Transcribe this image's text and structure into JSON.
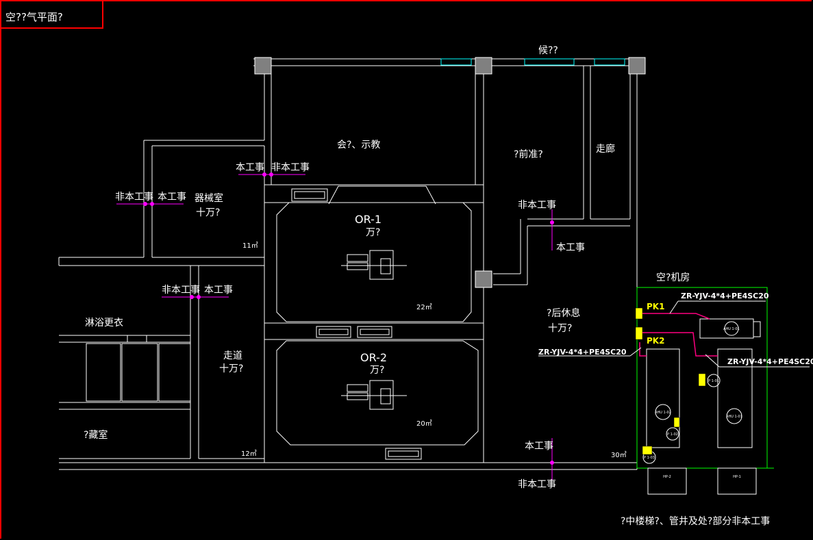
{
  "title": "空??气平面?",
  "rooms": {
    "north_label": "候??",
    "meeting": "会?、示教",
    "prep": "?前准?",
    "corridor_n": "走廊",
    "instrument": "器械室",
    "instrument_class": "十万?",
    "instrument_area": "11㎡",
    "or1": "OR-1",
    "or1_class": "万?",
    "or1_area": "22㎡",
    "or2": "OR-2",
    "or2_class": "万?",
    "or2_area": "20㎡",
    "shower": "淋浴更衣",
    "storage": "?藏室",
    "corridor": "走道",
    "corridor_class": "十万?",
    "corridor_area": "12㎡",
    "rest": "?后休息",
    "rest_class": "十万?",
    "rest_area": "30㎡",
    "ac_room": "空?机房"
  },
  "boundary": {
    "in_scope": "本工事",
    "out_scope": "非本工事"
  },
  "equipment": {
    "pk1": "PK1",
    "pk2": "PK2",
    "cable1": "ZR-YJV-4*4+PE4SC20",
    "cable2": "ZR-YJV-4*4+PE4SC20",
    "cable3": "ZR-YJV-4*4+PE4SC20",
    "ahu1": "AHU 1-01",
    "ahu2": "AHU 1-02",
    "ahu3": "AHU 1-01",
    "p1": "P 1-01",
    "p2": "P 1-02",
    "p3": "P 1-03",
    "hp2": "HP-2",
    "hp1": "HP-1"
  },
  "footer_note": "?中楼梯?、管井及处?部分非本工事",
  "colors": {
    "wall": "#ffffff",
    "boundary": "#ff00ff",
    "cable": "#ff0080",
    "panel": "#ffff00",
    "ac_room": "#00ff00",
    "window": "#00ffff",
    "frame": "#ff0000"
  }
}
